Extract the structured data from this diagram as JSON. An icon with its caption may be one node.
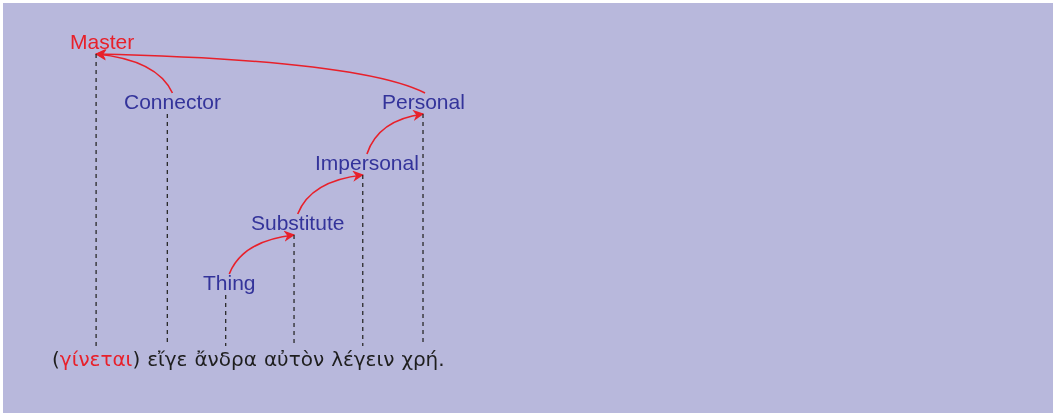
{
  "diagram": {
    "nodes": [
      {
        "text": [
          "Master"
        ]
      },
      {
        "text": [
          "Connector"
        ]
      },
      {
        "text": [
          "Personal"
        ]
      },
      {
        "text": [
          "Impersonal"
        ]
      },
      {
        "text": [
          "Substitute"
        ]
      },
      {
        "text": [
          "Thing"
        ]
      },
      {
        "text": [
          "(γίνεται)"
        ]
      },
      {
        "text": [
          "εἴγε"
        ]
      },
      {
        "text": [
          "ἄνδρα"
        ]
      },
      {
        "text": [
          "αὐτὸν"
        ]
      },
      {
        "text": [
          "λέγειν"
        ]
      },
      {
        "text": [
          "χρή."
        ]
      }
    ],
    "edges": [
      {
        "from": 1,
        "to": 0,
        "arrow": "to",
        "color": "#e8202a"
      },
      {
        "from": 2,
        "to": 0,
        "arrow": "to",
        "color": "#e8202a"
      },
      {
        "from": 5,
        "to": 4,
        "arrow": "to",
        "color": "#e8202a"
      },
      {
        "from": 4,
        "to": 3,
        "arrow": "to",
        "color": "#e8202a"
      },
      {
        "from": 3,
        "to": 2,
        "arrow": "to",
        "color": "#e8202a"
      },
      {
        "from": 0,
        "to": 6,
        "arrow": "none",
        "style": "dashed"
      },
      {
        "from": 1,
        "to": 7,
        "arrow": "none",
        "style": "dashed"
      },
      {
        "from": 5,
        "to": 8,
        "arrow": "none",
        "style": "dashed"
      },
      {
        "from": 4,
        "to": 9,
        "arrow": "none",
        "style": "dashed"
      },
      {
        "from": 3,
        "to": 10,
        "arrow": "none",
        "style": "dashed"
      },
      {
        "from": 2,
        "to": 11,
        "arrow": "none",
        "style": "dashed"
      }
    ]
  }
}
